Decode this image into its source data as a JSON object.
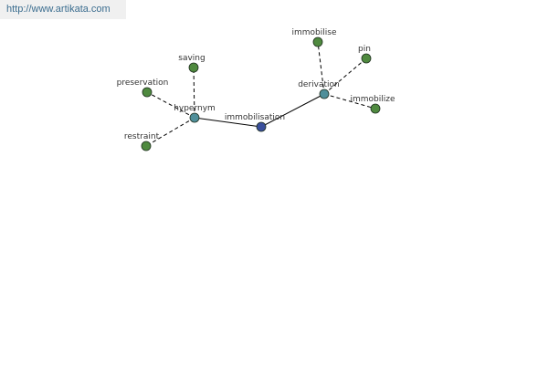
{
  "watermark": "http://www.artikata.com",
  "colors": {
    "leaf": "#4f8a3f",
    "relation": "#4f8f9a",
    "center": "#3a4f9c",
    "edge": "#000000",
    "background": "#ffffff"
  },
  "nodes": [
    {
      "id": "immobilisation",
      "label": "immobilisation",
      "kind": "center"
    },
    {
      "id": "hypernym",
      "label": "hypernym",
      "kind": "relation"
    },
    {
      "id": "derivation",
      "label": "derivation",
      "kind": "relation"
    },
    {
      "id": "saving",
      "label": "saving",
      "kind": "leaf"
    },
    {
      "id": "preservation",
      "label": "preservation",
      "kind": "leaf"
    },
    {
      "id": "restraint",
      "label": "restraint",
      "kind": "leaf"
    },
    {
      "id": "immobilise",
      "label": "immobilise",
      "kind": "leaf"
    },
    {
      "id": "pin",
      "label": "pin",
      "kind": "leaf"
    },
    {
      "id": "immobilize",
      "label": "immobilize",
      "kind": "leaf"
    }
  ],
  "edges": [
    {
      "from": "immobilisation",
      "to": "hypernym",
      "style": "solid"
    },
    {
      "from": "immobilisation",
      "to": "derivation",
      "style": "solid"
    },
    {
      "from": "hypernym",
      "to": "saving",
      "style": "dashed"
    },
    {
      "from": "hypernym",
      "to": "preservation",
      "style": "dashed"
    },
    {
      "from": "hypernym",
      "to": "restraint",
      "style": "dashed"
    },
    {
      "from": "derivation",
      "to": "immobilise",
      "style": "dashed"
    },
    {
      "from": "derivation",
      "to": "pin",
      "style": "dashed"
    },
    {
      "from": "derivation",
      "to": "immobilize",
      "style": "dashed"
    }
  ]
}
